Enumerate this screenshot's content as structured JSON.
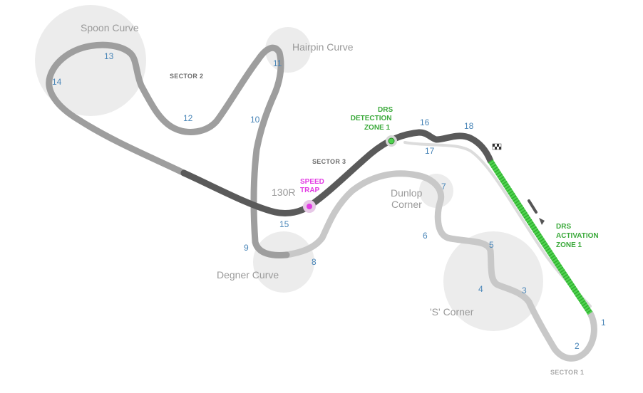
{
  "corners": {
    "spoon": "Spoon Curve",
    "hairpin": "Hairpin Curve",
    "r130": "130R",
    "dunlop_line1": "Dunlop",
    "dunlop_line2": "Corner",
    "degner": "Degner Curve",
    "s_corner": "'S' Corner"
  },
  "sectors": {
    "s1": "SECTOR 1",
    "s2": "SECTOR 2",
    "s3": "SECTOR 3"
  },
  "turns": [
    "1",
    "2",
    "3",
    "4",
    "5",
    "6",
    "7",
    "8",
    "9",
    "10",
    "11",
    "12",
    "13",
    "14",
    "15",
    "16",
    "17",
    "18"
  ],
  "drs_detection": [
    "DRS",
    "DETECTION",
    "ZONE 1"
  ],
  "drs_activation": [
    "DRS",
    "ACTIVATION",
    "ZONE 1"
  ],
  "speed_trap": [
    "SPEED",
    "TRAP"
  ],
  "colors": {
    "sector_1": "#c8c8c8",
    "sector_2": "#9e9e9e",
    "sector_3": "#5a5a5a",
    "drs_zone": "#4fd24f",
    "speed_trap": "#e23be3",
    "turn_number": "#4a86b8",
    "corner_circle": "#ececec"
  }
}
